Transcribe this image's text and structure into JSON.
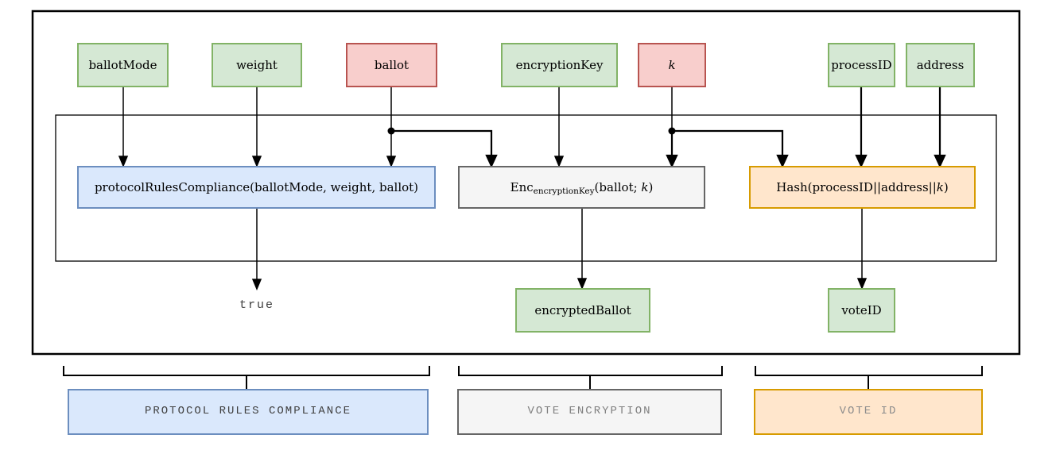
{
  "colors": {
    "green_fill": "#d5e8d4",
    "green_border": "#82b366",
    "red_fill": "#f8cecc",
    "red_border": "#b85450",
    "blue_fill": "#dae8fc",
    "blue_border": "#6c8ebf",
    "gray_fill": "#f5f5f5",
    "gray_border": "#666666",
    "orange_fill": "#ffe6cc",
    "orange_border": "#d79b00",
    "wire": "#000000",
    "true_text": "#404040",
    "label_protocol_text": "#404040",
    "label_encryption_text": "#7f7f7f",
    "label_voteid_text": "#8c8c8c"
  },
  "inputs": {
    "ballot_mode": "ballotMode",
    "weight": "weight",
    "ballot": "ballot",
    "encryption_key": "encryptionKey",
    "k": "k",
    "process_id": "processID",
    "address": "address"
  },
  "functions": {
    "protocol_rules": "protocolRulesCompliance(ballotMode, weight, ballot)",
    "enc": {
      "base": "Enc",
      "sub": "encryptionKey",
      "pre": "(ballot; ",
      "k": "k",
      "post": ")"
    },
    "hash": {
      "pre": "Hash(processID||address||",
      "k": "k",
      "post": ")"
    }
  },
  "outputs": {
    "true": "true",
    "encrypted_ballot": "encryptedBallot",
    "vote_id": "voteID"
  },
  "sections": {
    "protocol_rules": "PROTOCOL RULES COMPLIANCE",
    "vote_encryption": "VOTE ENCRYPTION",
    "vote_id": "VOTE ID"
  }
}
